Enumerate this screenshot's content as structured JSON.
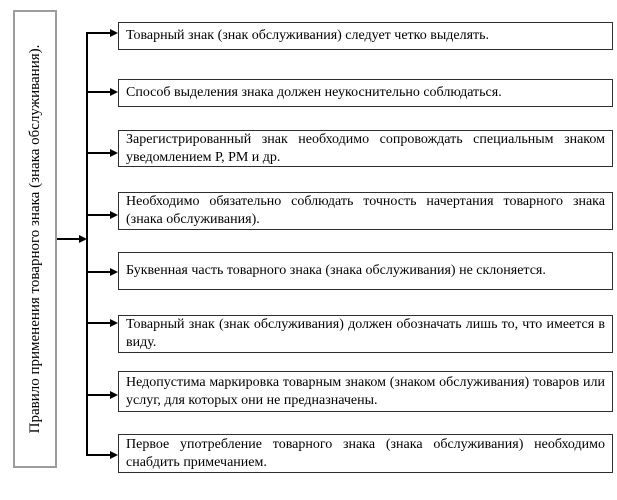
{
  "diagram": {
    "root_label": "Правило применения товарного знака (знака обслуживания).",
    "rules": [
      "Товарный знак (знак обслуживания) следует четко выделять.",
      "Способ выделения знака должен неукоснительно соблюдаться.",
      "Зарегистрированный знак необходимо сопровождать специальным знаком уведомлением Р, РМ и др.",
      "Необходимо обязательно соблюдать точность начертания товарного знака (знака обслуживания).",
      "Буквенная часть товарного знака (знака обслуживания) не склоняется.",
      "Товарный знак (знак обслуживания) должен обозначать лишь то, что имеется в виду.",
      "Недопустима маркировка товарным знаком (знаком обслуживания) товаров или услуг, для которых они не предназначены.",
      "Первое употребление товарного знака (знака обслуживания) необходимо снабдить примечанием."
    ],
    "colors": {
      "line": "#000000",
      "node_border": "#2e2e2e",
      "root_border": "#9c9c9c",
      "background": "#ffffff",
      "text": "#000000"
    }
  }
}
